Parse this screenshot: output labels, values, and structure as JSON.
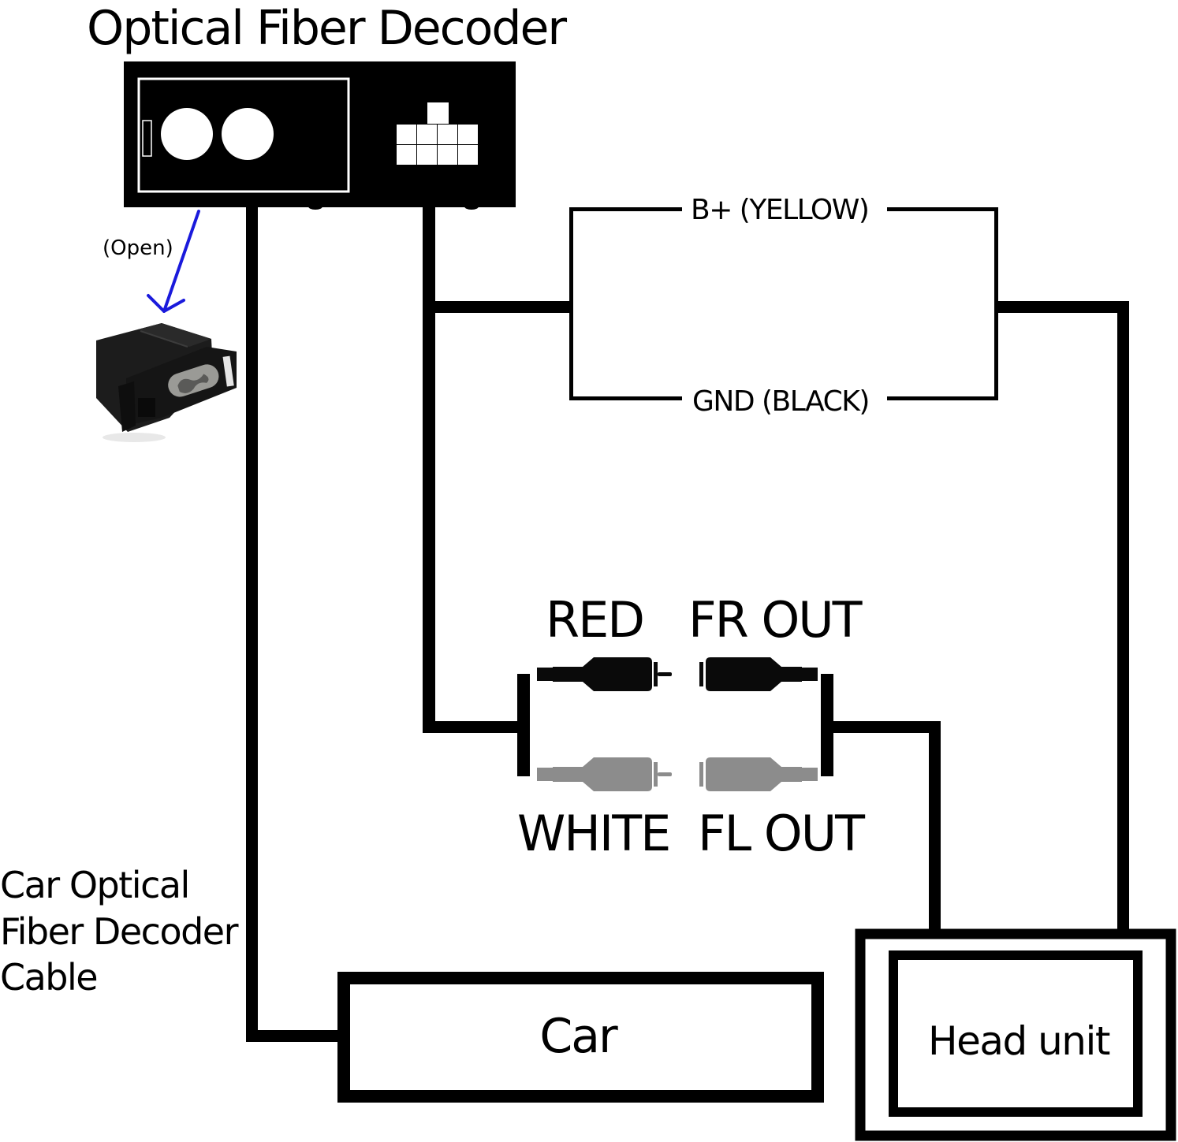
{
  "title": "Optical Fiber Decoder",
  "connector_note": "(Open)",
  "power": {
    "bplus_label": "B+ (YELLOW)",
    "gnd_label": "GND (BLACK)"
  },
  "rca": {
    "red_label": "RED",
    "fr_label": "FR OUT",
    "white_label": "WHITE",
    "fl_label": "FL OUT",
    "red_plug_color": "#0a0a0a",
    "white_plug_color": "#8c8c8c"
  },
  "cable_label": {
    "line1": "Car Optical",
    "line2": "Fiber Decoder",
    "line3": "Cable"
  },
  "car_box": {
    "label": "Car"
  },
  "head_unit_box": {
    "label": "Head unit"
  },
  "colors": {
    "line": "#000000",
    "arrow": "#1a1adc",
    "decoder_body": "#000000",
    "connector_body": "#1c1c1c",
    "connector_socket": "#9a9a96"
  }
}
